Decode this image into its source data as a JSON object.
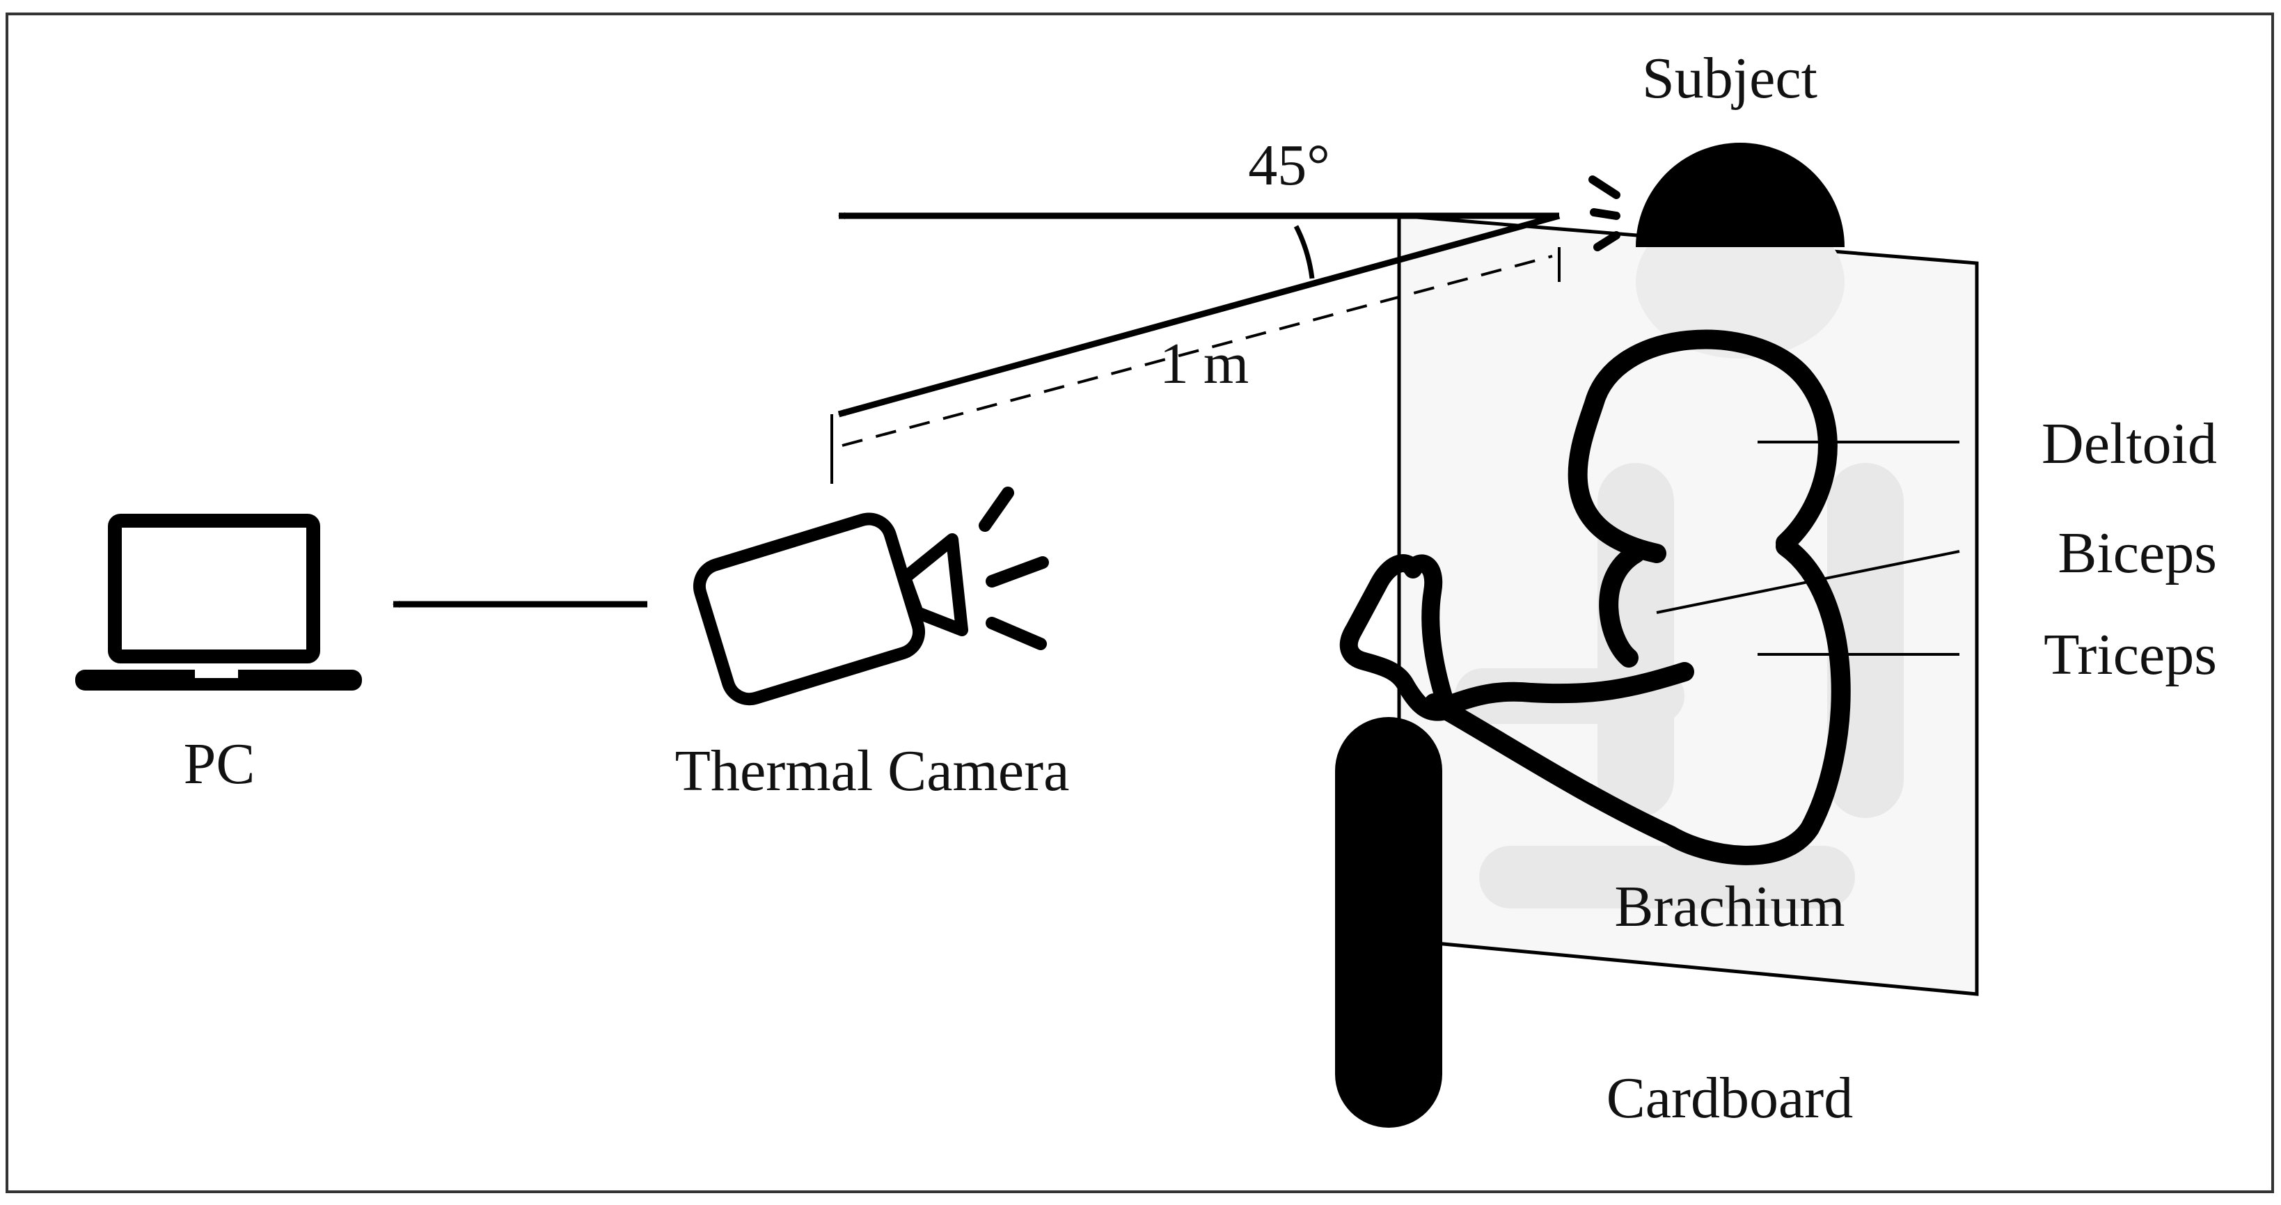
{
  "labels": {
    "subject": "Subject",
    "angle": "45°",
    "distance": "1 m",
    "deltoid": "Deltoid",
    "biceps": "Biceps",
    "triceps": "Triceps",
    "brachium": "Brachium",
    "cardboard": "Cardboard",
    "pc": "PC",
    "thermal_camera": "Thermal Camera"
  },
  "colors": {
    "ink": "#000000",
    "cardboard_fill": "#f7f7f7",
    "body_shadow": "#ececec",
    "frame": "#333333"
  },
  "icons": [
    "laptop-icon",
    "thermal-camera-icon",
    "eye-icon",
    "subject-head"
  ]
}
